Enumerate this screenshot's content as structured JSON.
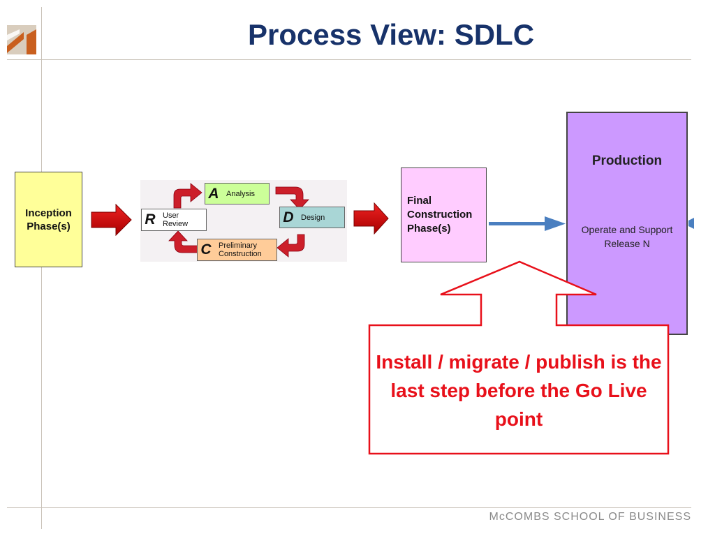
{
  "slide": {
    "title": "Process View:  SDLC",
    "footer": "McCOMBS SCHOOL OF BUSINESS"
  },
  "phases": {
    "inception": "Inception Phase(s)",
    "final_construction": "Final Construction Phase(s)",
    "production_title": "Production",
    "production_subtitle": "Operate and Support Release N"
  },
  "cycle": {
    "analysis": {
      "letter": "A",
      "label": "Analysis"
    },
    "design": {
      "letter": "D",
      "label": "Design"
    },
    "construction": {
      "letter": "C",
      "label": "Preliminary Construction"
    },
    "review": {
      "letter": "R",
      "label": "User Review"
    }
  },
  "callout": {
    "text": "Install / migrate  / publish is the last step before the Go Live point"
  },
  "colors": {
    "title": "#17326a",
    "inception_fill": "#ffff99",
    "final_fill": "#ffccff",
    "production_fill": "#cc99ff",
    "analysis_fill": "#ccff99",
    "design_fill": "#a9d6d6",
    "construction_fill": "#ffcc99",
    "callout_red": "#e8101a",
    "arrow_red": "#cc0000",
    "arrow_blue": "#4a7fc0"
  },
  "icons": {
    "logo": "mccombs-logo-icon"
  }
}
